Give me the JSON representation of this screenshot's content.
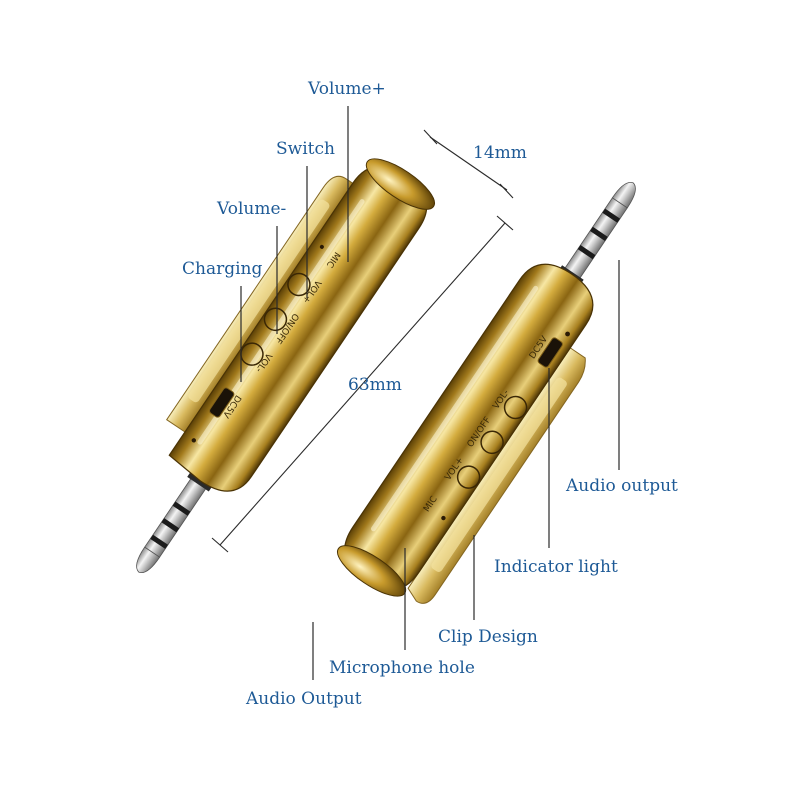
{
  "labels": {
    "volume_plus": "Volume+",
    "switch": "Switch",
    "volume_minus": "Volume-",
    "charging": "Charging",
    "width_dim": "14mm",
    "length_dim": "63mm",
    "audio_output_right": "Audio output",
    "indicator_light": "Indicator light",
    "clip_design": "Clip Design",
    "microphone_hole": "Microphone hole",
    "audio_output_left": "Audio Output"
  },
  "body_markings": {
    "left_dc": "DC5V",
    "left_vol_minus": "VOL-",
    "left_mode": "ON/OFF",
    "left_vol_plus": "VOL+",
    "left_mic": "MIC",
    "right_dc": "DC5V",
    "right_vol_minus": "VOL-",
    "right_mode": "ON/OFF",
    "right_vol_plus": "VOL+",
    "right_mic": "MIC"
  },
  "colors": {
    "label_text": "#1e5a96",
    "gold_dark": "#6b4d08",
    "gold_mid": "#c9a23a",
    "gold_light": "#fbf0b8",
    "plug_silver": "#c8c8c8"
  }
}
